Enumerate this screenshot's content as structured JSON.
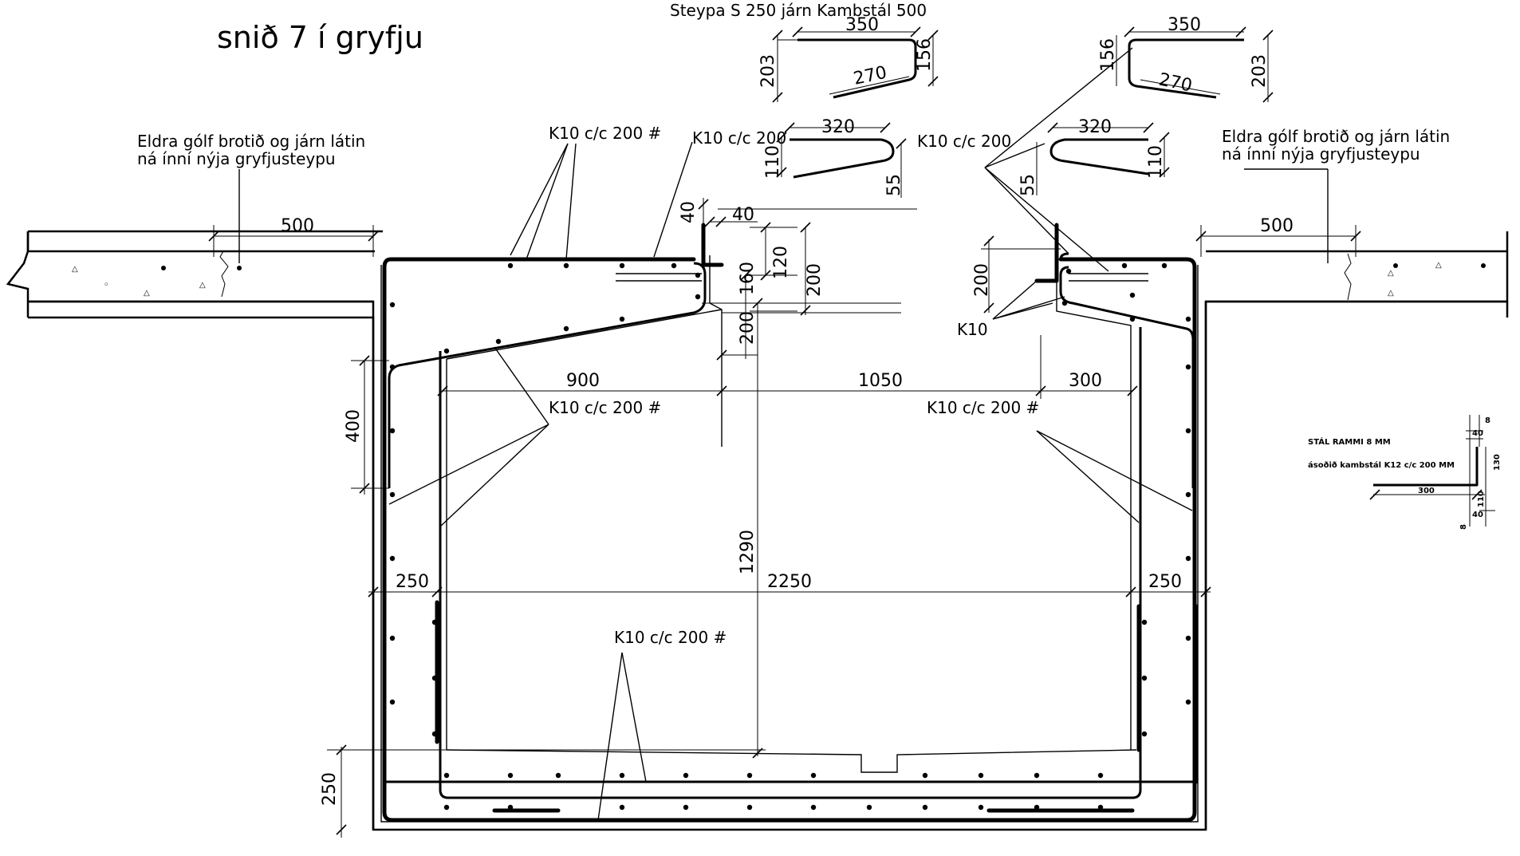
{
  "title": "snið 7 í  gryfju",
  "header_note": "Steypa S 250 járn Kambstál 500",
  "notes": {
    "left_floor": [
      "Eldra gólf brotið og járn látin",
      "ná ínní nýja gryfjusteypu"
    ],
    "right_floor": [
      "Eldra gólf brotið og járn látin",
      "ná ínní nýja gryfjusteypu"
    ],
    "k10_top_left_hash": "K10 c/c 200 #",
    "k10_top_mid": "K10 c/c 200",
    "k10_top_right": "K10 c/c 200",
    "k10_left_wall": "K10 c/c 200 #",
    "k10_right_wall": "K10 c/c 200 #",
    "k10_bottom": "K10 c/c 200 #",
    "k10_right_small": "K10",
    "steel_frame_1": "STÁL RAMMI 8 MM",
    "steel_frame_2": "ásoðið kambstál K12 c/c 200 MM"
  },
  "dimensions": {
    "floor_left_500": "500",
    "floor_right_500": "500",
    "top_40_vert": "40",
    "top_40_horiz": "40",
    "d120": "120",
    "d160": "160",
    "d200_a": "200",
    "d200_b": "200",
    "d200_right": "200",
    "d900": "900",
    "d1050": "1050",
    "d300": "300",
    "d400": "400",
    "d1290": "1290",
    "d250_left": "250",
    "d2250": "2250",
    "d250_right": "250",
    "d250_bottom": "250",
    "bl1_350": "350",
    "bl1_203": "203",
    "bl1_156": "156",
    "bl1_270": "270",
    "bl2_320": "320",
    "bl2_110": "110",
    "bl2_55": "55",
    "br1_350": "350",
    "br1_156": "156",
    "br1_203": "203",
    "br1_270": "270",
    "br2_320": "320",
    "br2_55": "55",
    "br2_110": "110",
    "sd_8": "8",
    "sd_40a": "40",
    "sd_130": "130",
    "sd_300": "300",
    "sd_110": "110",
    "sd_40b": "40",
    "sd_8b": "8"
  }
}
